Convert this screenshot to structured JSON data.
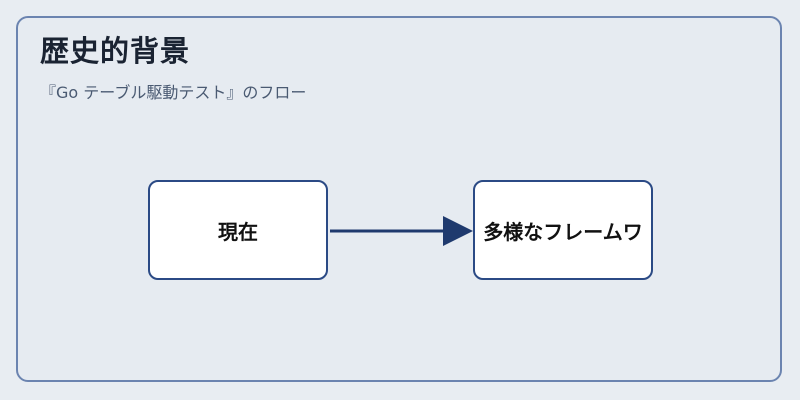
{
  "header": {
    "title": "歴史的背景",
    "subtitle": "『Go テーブル駆動テスト』のフロー"
  },
  "diagram": {
    "nodes": [
      {
        "id": "a",
        "label": "現在"
      },
      {
        "id": "b",
        "label": "多様なフレームワ"
      }
    ],
    "edges": [
      {
        "from": "a",
        "to": "b"
      }
    ]
  },
  "colors": {
    "node_border": "#2b4a85",
    "edge": "#1f3a6e",
    "frame_border": "#6b84b0"
  }
}
